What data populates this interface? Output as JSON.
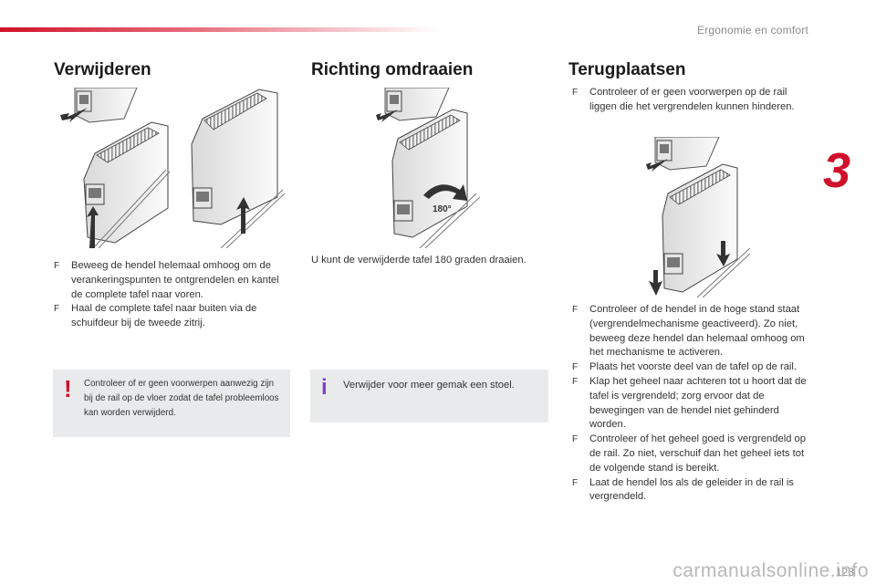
{
  "header": {
    "section_label": "Ergonomie en comfort",
    "chapter_number": "3"
  },
  "colors": {
    "accent": "#d0112b",
    "box_background": "#e9eaeb",
    "warning_icon": "#d0112b",
    "info_icon": "#7f3fd0"
  },
  "columns": {
    "remove": {
      "title": "Verwijderen",
      "steps": [
        "Beweeg de hendel helemaal omhoog om de verankeringspunten te ontgrendelen en kantel de complete tafel naar voren.",
        "Haal de complete tafel naar buiten via de schuifdeur bij de tweede zitrij."
      ],
      "warning_icon": "!",
      "warning_text": "Controleer of er geen voorwerpen aanwezig zijn bij de rail op de vloer zodat de tafel probleemloos kan worden verwijderd."
    },
    "rotate": {
      "title": "Richting omdraaien",
      "text": "U kunt de verwijderde tafel 180 graden draaien.",
      "rotation_label": "180°",
      "info_icon": "i",
      "info_text": "Verwijder voor meer gemak een stoel."
    },
    "refit": {
      "title": "Terugplaatsen",
      "steps_before": [
        "Controleer of er geen voorwerpen op de rail liggen die het vergrendelen kunnen hinderen."
      ],
      "steps_after": [
        "Controleer of de hendel in de hoge stand staat (vergrendelmechanisme geactiveerd). Zo niet, beweeg deze hendel dan helemaal omhoog om het mechanisme te activeren.",
        "Plaats het voorste deel van de tafel op de rail.",
        "Klap het geheel naar achteren tot u hoort dat de tafel is vergrendeld; zorg ervoor dat de bewegingen van de hendel niet gehinderd worden.",
        "Controleer of het geheel goed is vergrendeld op de rail. Zo niet, verschuif dan het geheel iets tot de volgende stand is bereikt.",
        "Laat de hendel los als de geleider in de rail is vergrendeld."
      ]
    }
  },
  "bullet_marker": "F",
  "footer": {
    "page_number": "123",
    "watermark": "carmanualsonline.info"
  }
}
